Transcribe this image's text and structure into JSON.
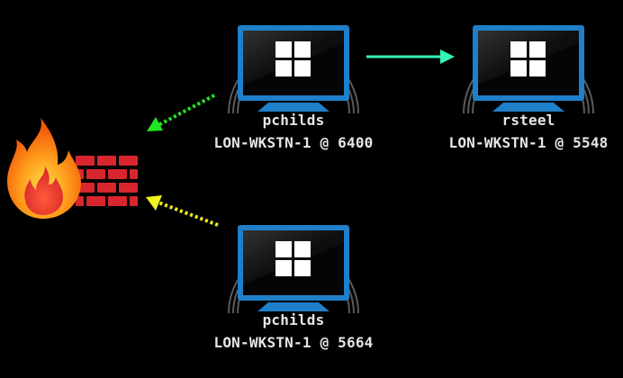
{
  "nodes": [
    {
      "id": "n1",
      "user": "pchilds",
      "host": "LON-WKSTN-1 @ 6400"
    },
    {
      "id": "n2",
      "user": "rsteel",
      "host": "LON-WKSTN-1 @ 5548"
    },
    {
      "id": "n3",
      "user": "pchilds",
      "host": "LON-WKSTN-1 @ 5664"
    }
  ],
  "icons": {
    "workstation": "windows-workstation-icon",
    "firewall": "firewall-icon"
  },
  "edges": [
    {
      "from": "n1",
      "to": "n2",
      "style": "solid",
      "color": "#33f5b8"
    },
    {
      "from": "n1",
      "to": "firewall",
      "style": "dotted",
      "color": "#22e622"
    },
    {
      "from": "n3",
      "to": "firewall",
      "style": "dotted",
      "color": "#f2f21e"
    }
  ],
  "colors": {
    "background": "#000000",
    "screen_frame": "#1f7fc9",
    "rings": "#5a5a5a",
    "label_text": "#e6e6e6"
  }
}
